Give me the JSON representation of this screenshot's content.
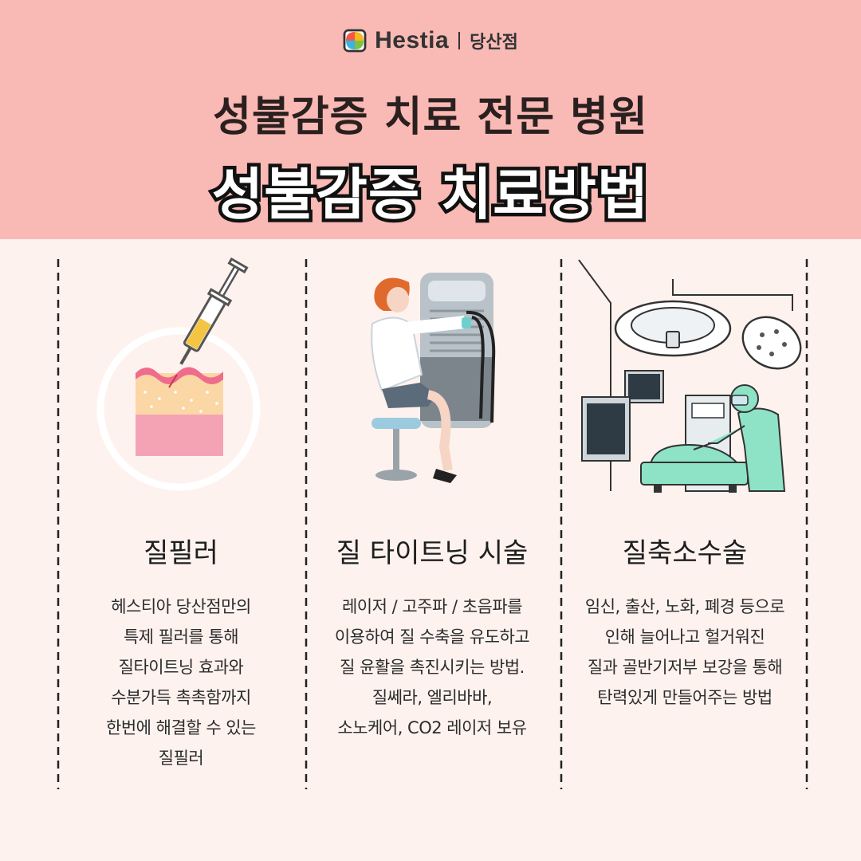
{
  "brand": {
    "name": "Hestia",
    "branch": "당산점"
  },
  "title": {
    "line1": "성불감증 치료 전문 병원",
    "line2": "성불감증 치료방법"
  },
  "columns": [
    {
      "icon": "syringe-skin-icon",
      "title": "질필러",
      "lines": [
        "헤스티아 당산점만의",
        "특제 필러를 통해",
        "질타이트닝 효과와",
        "수분가득 촉촉함까지",
        "한번에 해결할 수 있는",
        "질필러"
      ]
    },
    {
      "icon": "doctor-laser-machine-icon",
      "title": "질 타이트닝 시술",
      "lines": [
        "레이저 / 고주파 / 초음파를",
        "이용하여 질 수축을 유도하고",
        "질 윤활을 촉진시키는 방법.",
        "질쎄라, 엘리바바,",
        "소노케어, CO2 레이저 보유"
      ]
    },
    {
      "icon": "surgery-room-icon",
      "title": "질축소수술",
      "lines": [
        "임신, 출산, 노화, 폐경 등으로",
        "인해 늘어나고 헐거워진",
        "질과 골반기저부 보강을 통해",
        "탄력있게 만들어주는 방법"
      ]
    }
  ],
  "colors": {
    "header_bg": "#f9b9b4",
    "page_bg": "#fdf2ee",
    "title_stroke": "#111111"
  }
}
